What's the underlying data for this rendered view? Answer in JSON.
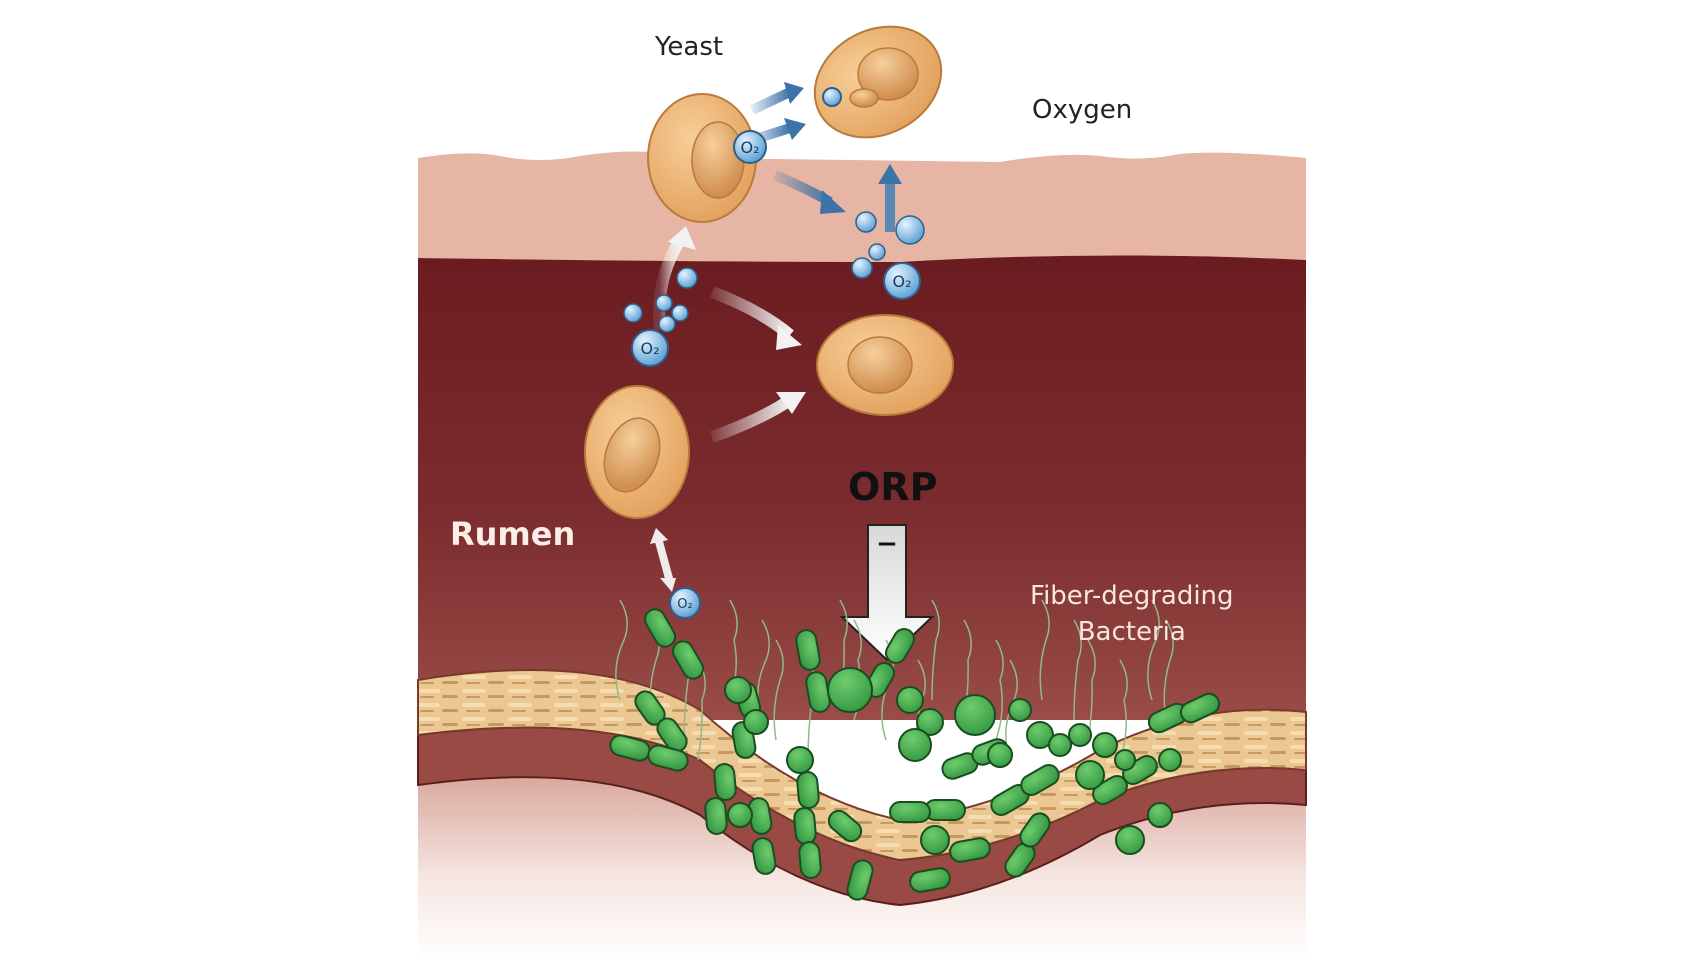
{
  "diagram": {
    "title": "Yeast oxygen scavenging in the rumen",
    "labels": {
      "yeast": "Yeast",
      "oxygen": "Oxygen",
      "rumen": "Rumen",
      "orp": "ORP",
      "orp_sign": "−",
      "fiber_line1": "Fiber-degrading",
      "fiber_line2": "Bacteria"
    },
    "molecule_label": "O₂",
    "colors": {
      "background": "#ffffff",
      "epithelium_top": "#e6b4a3",
      "rumen_lumen": "#6e1f22",
      "rumen_lumen_lower": "#8c3c3c",
      "fiber_layer": "#e9c48e",
      "fiber_stripe": "#c79a63",
      "wall": "#9a4a45",
      "yeast_cell": "#edb06c",
      "yeast_nucleus": "#d99a58",
      "oxygen_bubble": "#8cc3ea",
      "blue_arrow": "#3d73a8",
      "bacteria": "#3aa64a",
      "bacteria_outline": "#1a4d1f"
    }
  }
}
